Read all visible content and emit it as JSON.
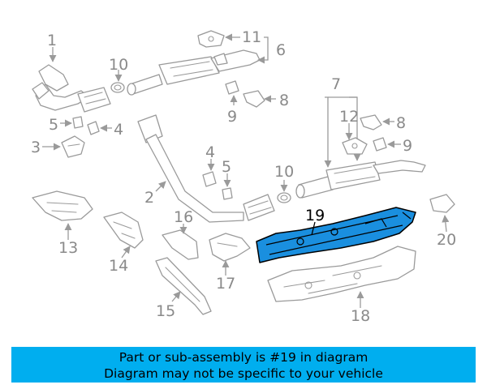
{
  "callouts": {
    "c1": "1",
    "c2": "2",
    "c3": "3",
    "c4a": "4",
    "c4b": "4",
    "c5a": "5",
    "c5b": "5",
    "c6": "6",
    "c7": "7",
    "c8a": "8",
    "c8b": "8",
    "c9a": "9",
    "c9b": "9",
    "c10a": "10",
    "c10b": "10",
    "c11": "11",
    "c12": "12",
    "c13": "13",
    "c14": "14",
    "c15": "15",
    "c16": "16",
    "c17": "17",
    "c18": "18",
    "c19": "19",
    "c20": "20"
  },
  "highlight": {
    "part_number": "19",
    "color": "#1a8fdf"
  },
  "banner": {
    "line1": "Part or sub-assembly is #19 in diagram",
    "line2": "Diagram may not be specific to your vehicle",
    "color": "#00aeef"
  }
}
